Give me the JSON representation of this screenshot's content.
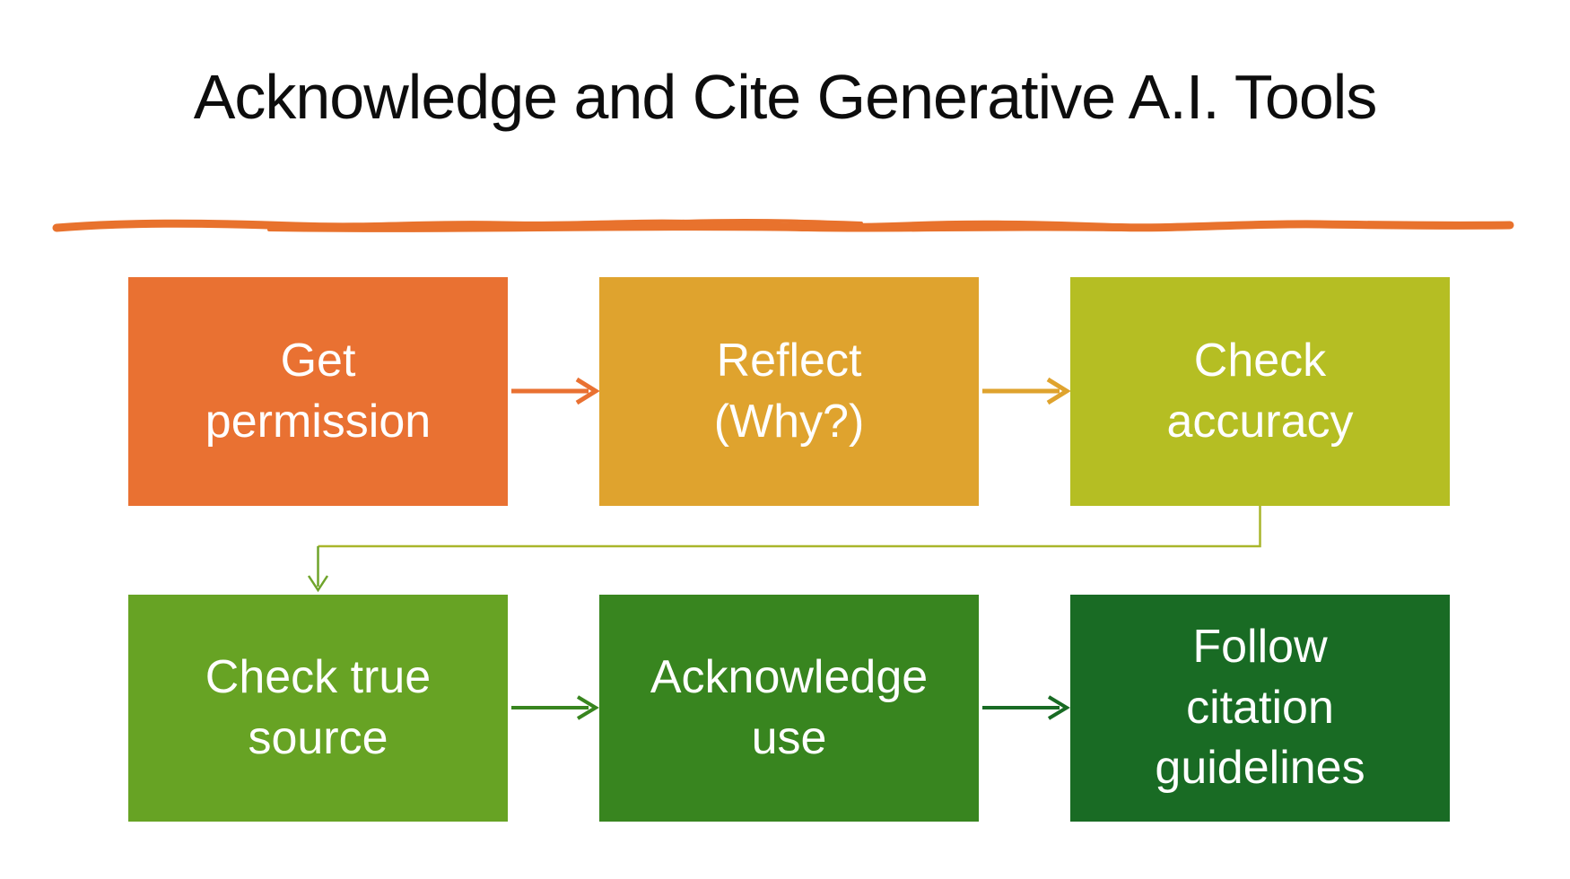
{
  "title": "Acknowledge and Cite Generative A.I. Tools",
  "divider": {
    "color": "#E8722D"
  },
  "flow": {
    "boxes": [
      {
        "id": "get-permission",
        "label": "Get\npermission",
        "color": "#E97132",
        "text_color": "#FFFFFF"
      },
      {
        "id": "reflect-why",
        "label": "Reflect\n(Why?)",
        "color": "#DFA32E",
        "text_color": "#FFFFFF"
      },
      {
        "id": "check-accuracy",
        "label": "Check\naccuracy",
        "color": "#B5BE23",
        "text_color": "#FFFFFF"
      },
      {
        "id": "check-true-source",
        "label": "Check true\nsource",
        "color": "#67A324",
        "text_color": "#FFFFFF"
      },
      {
        "id": "acknowledge-use",
        "label": "Acknowledge\nuse",
        "color": "#38851F",
        "text_color": "#FFFFFF"
      },
      {
        "id": "follow-citation-guidelines",
        "label": "Follow\ncitation\nguidelines",
        "color": "#196B24",
        "text_color": "#FFFFFF"
      }
    ],
    "connectors": [
      {
        "from": "get-permission",
        "to": "reflect-why",
        "color": "#E97132"
      },
      {
        "from": "reflect-why",
        "to": "check-accuracy",
        "color": "#DFA32E"
      },
      {
        "from": "check-accuracy",
        "to": "check-true-source",
        "color": "#A9B62B",
        "arrow_color": "#6FA42B"
      },
      {
        "from": "check-true-source",
        "to": "acknowledge-use",
        "color": "#38851F"
      },
      {
        "from": "acknowledge-use",
        "to": "follow-citation-guidelines",
        "color": "#196B24"
      }
    ]
  }
}
